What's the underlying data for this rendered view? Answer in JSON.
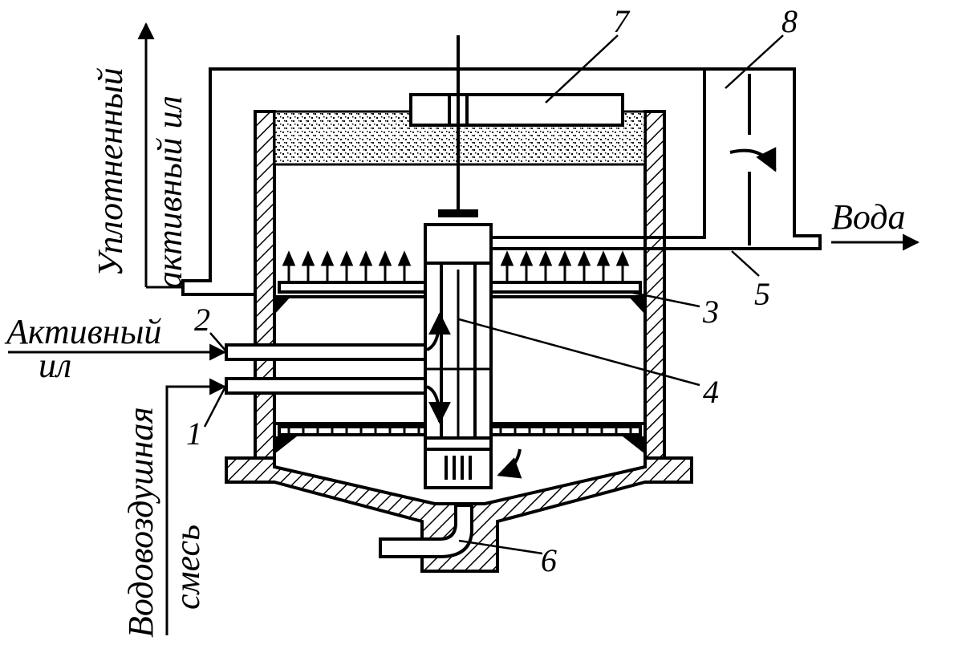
{
  "labels": {
    "compacted_sludge_line1": "Уплотненный",
    "compacted_sludge_line2": "активный ил",
    "active_sludge_line1": "Активный",
    "active_sludge_line2": "ил",
    "air_water_mix_line1": "Водовоздушная",
    "air_water_mix_line2": "смесь",
    "water": "Вода"
  },
  "callouts": [
    "1",
    "2",
    "3",
    "4",
    "5",
    "6",
    "7",
    "8"
  ],
  "colors": {
    "ink": "#000000",
    "background": "#ffffff"
  }
}
